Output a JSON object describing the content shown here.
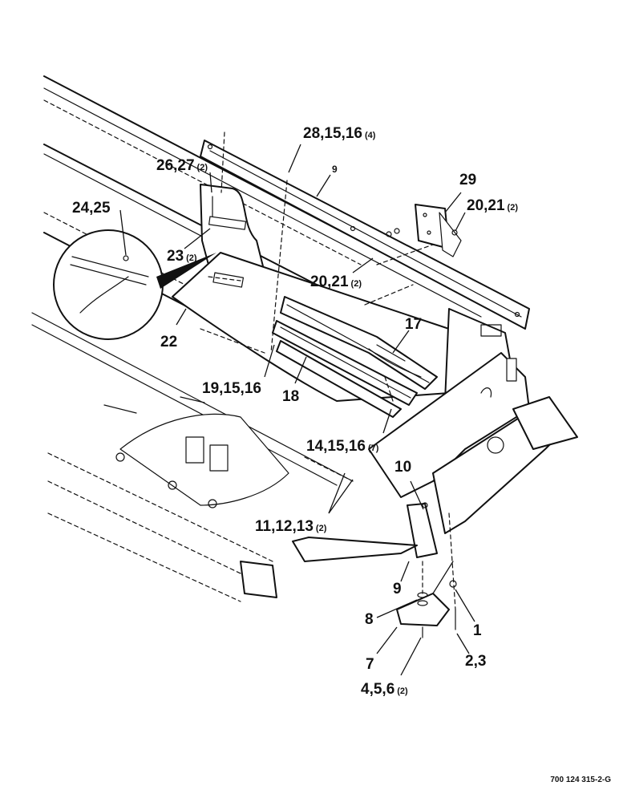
{
  "callouts": [
    {
      "id": "c1",
      "text": "28,15,16",
      "qty": "(4)"
    },
    {
      "id": "c2",
      "text": "9",
      "qty": ""
    },
    {
      "id": "c3",
      "text": "26,27",
      "qty": "(2)"
    },
    {
      "id": "c4",
      "text": "29",
      "qty": ""
    },
    {
      "id": "c5",
      "text": "20,21",
      "qty": "(2)"
    },
    {
      "id": "c6",
      "text": "24,25",
      "qty": ""
    },
    {
      "id": "c7",
      "text": "23",
      "qty": "(2)"
    },
    {
      "id": "c8",
      "text": "20,21",
      "qty": "(2)"
    },
    {
      "id": "c9",
      "text": "22",
      "qty": ""
    },
    {
      "id": "c10",
      "text": "17",
      "qty": ""
    },
    {
      "id": "c11",
      "text": "19,15,16",
      "qty": ""
    },
    {
      "id": "c12",
      "text": "18",
      "qty": ""
    },
    {
      "id": "c13",
      "text": "14,15,16",
      "qty": "(7)"
    },
    {
      "id": "c14",
      "text": "10",
      "qty": ""
    },
    {
      "id": "c15",
      "text": "11,12,13",
      "qty": "(2)"
    },
    {
      "id": "c16",
      "text": "9",
      "qty": ""
    },
    {
      "id": "c17",
      "text": "8",
      "qty": ""
    },
    {
      "id": "c18",
      "text": "1",
      "qty": ""
    },
    {
      "id": "c19",
      "text": "7",
      "qty": ""
    },
    {
      "id": "c20",
      "text": "2,3",
      "qty": ""
    },
    {
      "id": "c21",
      "text": "4,5,6",
      "qty": "(2)"
    }
  ],
  "drawing_id": "700 124 315-2-G",
  "colors": {
    "ink": "#111111",
    "paper": "#ffffff"
  }
}
